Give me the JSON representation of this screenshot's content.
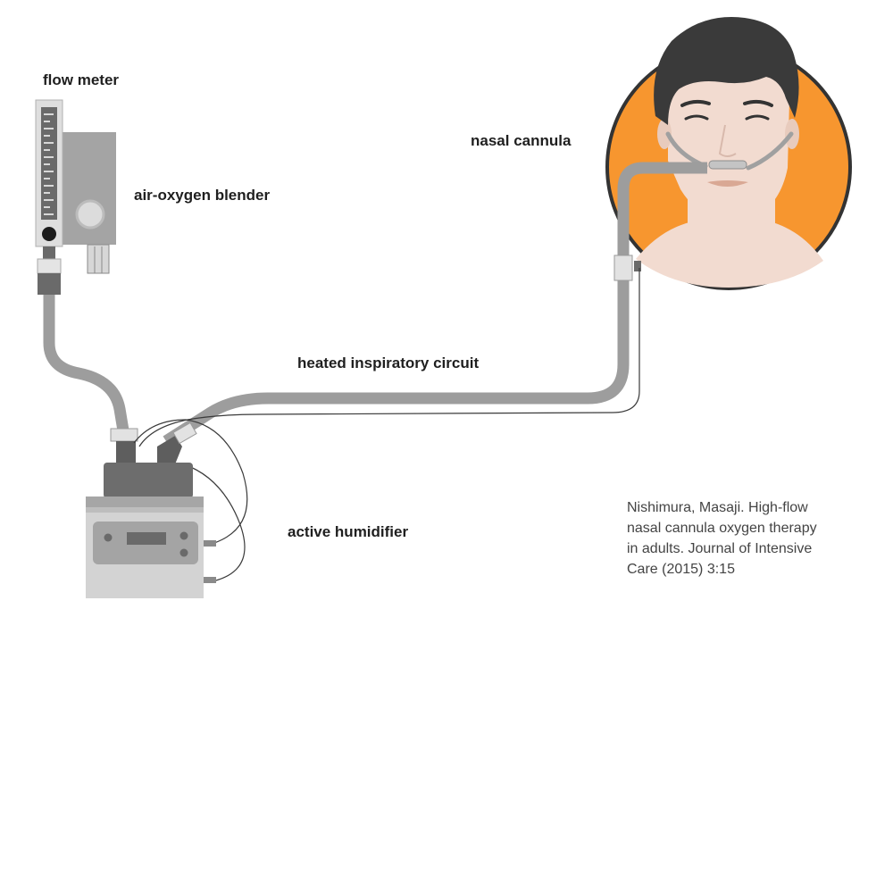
{
  "labels": {
    "flow_meter": "flow meter",
    "air_oxygen_blender": "air-oxygen blender",
    "nasal_cannula": "nasal cannula",
    "heated_inspiratory_circuit": "heated inspiratory circuit",
    "active_humidifier": "active humidifier"
  },
  "citation": {
    "lines": [
      "Nishimura, Masaji. High-flow",
      "nasal cannula oxygen therapy",
      "in adults. Journal of Intensive",
      "Care (2015) 3:15"
    ]
  },
  "colors": {
    "accent_circle": "#f7962f",
    "tube": "#9d9d9d",
    "device_dark": "#6d6d6d",
    "device_light": "#d3d3d3",
    "skin": "#f2dbd0",
    "hair": "#3a3a3a"
  }
}
